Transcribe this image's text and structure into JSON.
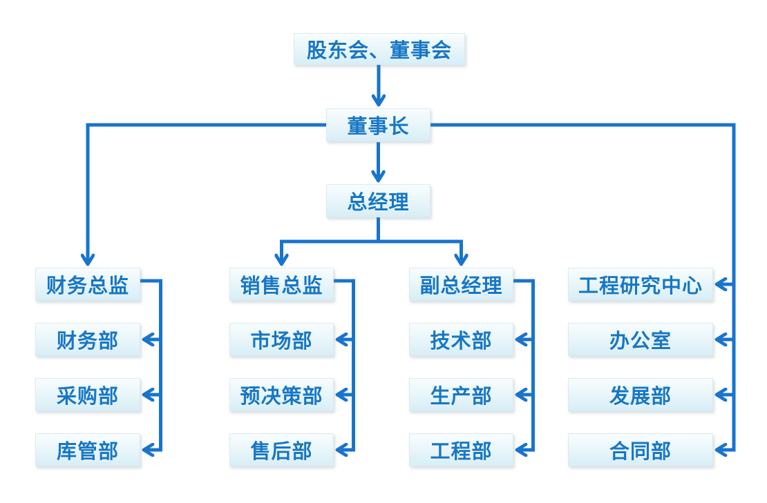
{
  "org": {
    "top": {
      "label": "股东会、董事会"
    },
    "chairman": {
      "label": "董事长"
    },
    "general_manager": {
      "label": "总经理"
    },
    "groups": [
      {
        "head": "财务总监",
        "children": [
          "财务部",
          "采购部",
          "库管部"
        ]
      },
      {
        "head": "销售总监",
        "children": [
          "市场部",
          "预决策部",
          "售后部"
        ]
      },
      {
        "head": "副总经理",
        "children": [
          "技术部",
          "生产部",
          "工程部"
        ]
      },
      {
        "head": "工程研究中心",
        "children": [
          "办公室",
          "发展部",
          "合同部"
        ]
      }
    ]
  },
  "theme": {
    "connector_color": "#1874CD",
    "text_color": "#1777C4",
    "box_fill_top": "#F8FDFE",
    "box_fill_bottom": "#D7EEF7",
    "box_border": "#DFE9ED",
    "background": "#FFFFFF"
  }
}
